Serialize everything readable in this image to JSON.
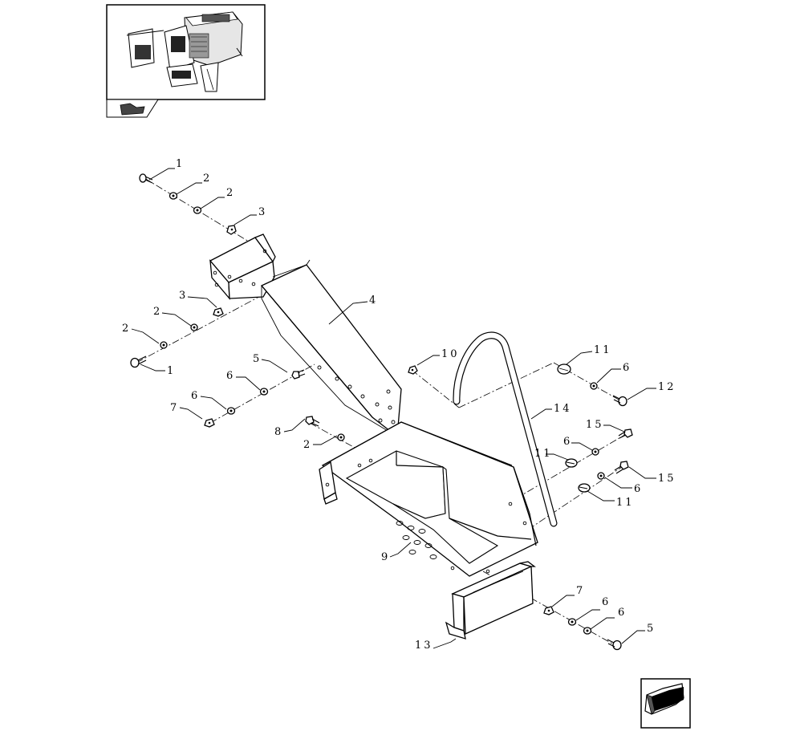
{
  "figure": {
    "thumbnail_icon": "machine-overview-thumbnail",
    "view_tag_icon": "view-tag-icon",
    "nav_icon": "next-page-arrow-icon"
  },
  "callouts": {
    "c1_top": "1",
    "c2_top_a": "2",
    "c2_top_b": "2",
    "c3_top": "3",
    "c4": "4",
    "c3_mid": "3",
    "c2_mid_a": "2",
    "c2_mid_b": "2",
    "c1_mid": "1",
    "c5_mid": "5",
    "c6_mid_a": "6",
    "c6_mid_b": "6",
    "c7_mid": "7",
    "c8": "8",
    "c2_low": "2",
    "c9": "9",
    "c10": "10",
    "c11_top": "11",
    "c6_right_a": "6",
    "c12": "12",
    "c14": "14",
    "c15_a": "15",
    "c6_right_b": "6",
    "c11_mid": "11",
    "c15_b": "15",
    "c6_right_c": "6",
    "c11_low": "11",
    "c7_low": "7",
    "c6_low_a": "6",
    "c6_low_b": "6",
    "c5_low": "5",
    "c13": "13"
  }
}
